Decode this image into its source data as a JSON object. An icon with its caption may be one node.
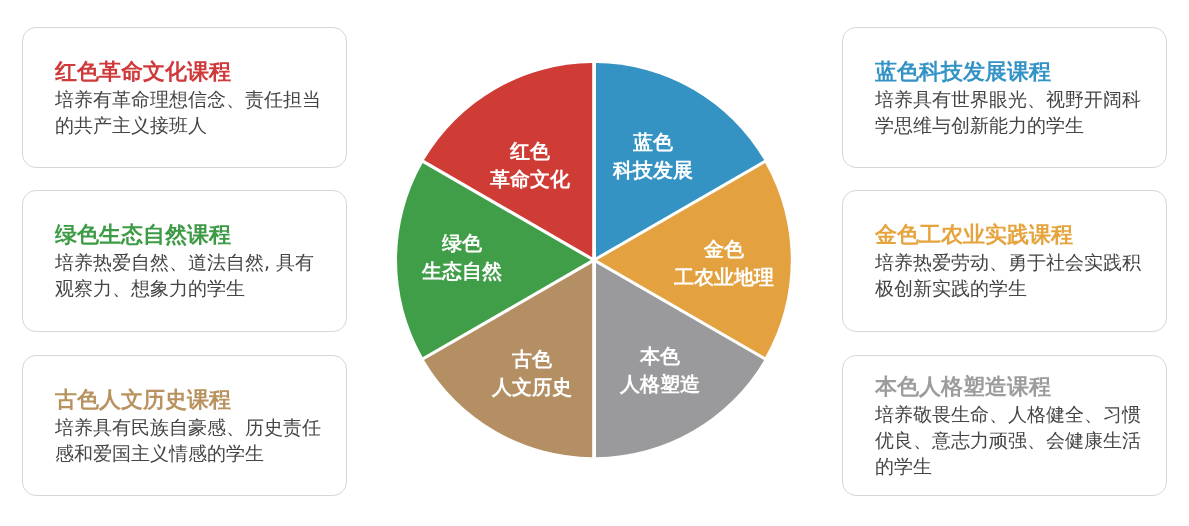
{
  "diagram": {
    "nodes": [
      {
        "text": [
          "红色革命文化课程",
          "培养有革命理想信念、责任担当的共产主义接班人"
        ]
      },
      {
        "text": [
          "绿色生态自然课程",
          "培养热爱自然、道法自然, 具有观察力、想象力的学生"
        ]
      },
      {
        "text": [
          "古色人文历史课程",
          "培养具有民族自豪感、历史责任感和爱国主义情感的学生"
        ]
      },
      {
        "text": [
          "红色",
          "革命文化"
        ]
      },
      {
        "text": [
          "蓝色",
          "科技发展"
        ]
      },
      {
        "text": [
          "金色",
          "工农业地理"
        ]
      },
      {
        "text": [
          "本色",
          "人格塑造"
        ]
      },
      {
        "text": [
          "古色",
          "人文历史"
        ]
      },
      {
        "text": [
          "绿色",
          "生态自然"
        ]
      },
      {
        "text": [
          "蓝色科技发展课程",
          "培养具有世界眼光、视野开阔科学思维与创新能力的学生"
        ]
      },
      {
        "text": [
          "金色工农业实践课程",
          "培养热爱劳动、勇于社会实践积极创新实践的学生"
        ]
      },
      {
        "text": [
          "本色人格塑造课程",
          "培养敬畏生命、人格健全、习惯优良、意志力顽强、会健康生活的学生"
        ]
      }
    ]
  }
}
